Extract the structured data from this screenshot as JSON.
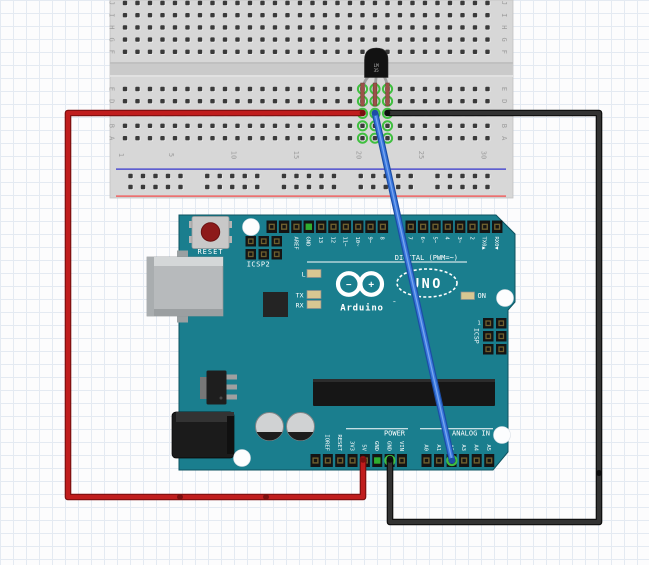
{
  "breadboard": {
    "row_letters_top": [
      "J",
      "I",
      "H",
      "G",
      "F"
    ],
    "row_letters_bottom": [
      "E",
      "D",
      "C",
      "B",
      "A"
    ],
    "column_numbers": [
      "1",
      "5",
      "10",
      "15",
      "20",
      "25",
      "30"
    ]
  },
  "component": {
    "name": "LM35 temperature sensor",
    "label_line1": "LM",
    "label_line2": "35"
  },
  "arduino": {
    "reset_label": "RESET",
    "icsp2_label": "ICSP2",
    "icsp_label": "ICSP",
    "icsp_pin1_label": "1",
    "digital_caption": "DIGITAL (PWM=~)",
    "power_caption": "POWER",
    "analog_caption": "ANALOG IN",
    "on_label": "ON",
    "led_l": "L",
    "led_tx": "TX",
    "led_rx": "RX",
    "brand": "Arduino",
    "trademark": "™",
    "model": "UNO",
    "logo_minus": "−",
    "logo_plus": "+",
    "digital_pins_left": [
      "",
      "",
      "AREF",
      "GND",
      "13",
      "12",
      "11~",
      "10~",
      "9~",
      "8"
    ],
    "digital_pins_right": [
      "7",
      "6~",
      "5~",
      "4",
      "3~",
      "2",
      "TX0▲",
      "RX0▼"
    ],
    "power_pins": [
      "",
      "IOREF",
      "RESET",
      "3V3",
      "5V",
      "GND",
      "GND",
      "VIN"
    ],
    "analog_pins": [
      "A0",
      "A1",
      "A2",
      "A3",
      "A4",
      "A5"
    ]
  },
  "wires": {
    "power_5v": {
      "color": "#c01d1d",
      "edge": "#7c0f0f"
    },
    "ground": {
      "color": "#323232",
      "edge": "#0d0d0d"
    },
    "signal_a2": {
      "color": "#3a78de",
      "edge": "#1c4da6",
      "core": "#7aa6ef"
    }
  },
  "colors": {
    "board_teal": "#1a7e8e",
    "board_edge": "#0d5260",
    "breadboard": "#d7d7d7",
    "highlight_green": "#3fbf3f",
    "pin_green": "#2fae2f",
    "pin_gold": "#6e5f2e",
    "rail_blue": "#5f5fd0",
    "rail_red": "#ec7070"
  }
}
